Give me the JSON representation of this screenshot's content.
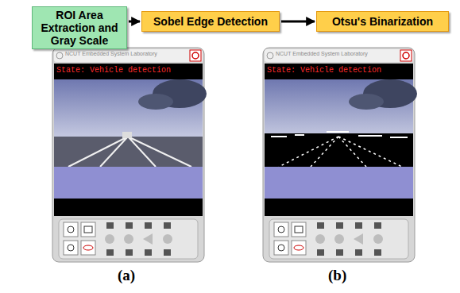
{
  "diagram": {
    "nodes": [
      {
        "text": [
          "ROI Area Extraction and Gray Scale"
        ]
      },
      {
        "text": [
          "Sobel Edge Detection"
        ]
      },
      {
        "text": [
          "Otsu's Binarization"
        ]
      }
    ],
    "edges": [
      {
        "from": 0,
        "to": 1,
        "arrow": "to"
      },
      {
        "from": 1,
        "to": 2,
        "arrow": "to"
      }
    ],
    "labels": [
      "NCUT Embedded System Laboratory",
      "State: Vehicle detection",
      "(a)",
      "NCUT Embedded System Laboratory",
      "State: Vehicle detection",
      "(b)"
    ]
  }
}
